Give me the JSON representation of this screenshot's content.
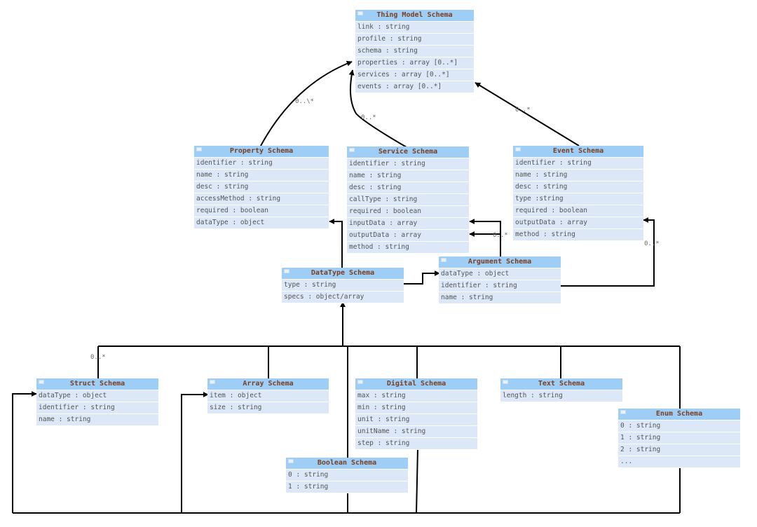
{
  "boxes": [
    {
      "id": "thing-model",
      "title": "Thing Model Schema",
      "rows": [
        "link : string",
        "profile : string",
        "schema : string",
        "properties : array [0..*]",
        "services :  array [0..*]",
        "events :  array [0..*]"
      ]
    },
    {
      "id": "property",
      "title": "Property Schema",
      "rows": [
        "identifier : string",
        "name : string",
        "desc : string",
        "accessMethod : string",
        "required : boolean",
        "dataType :  object"
      ]
    },
    {
      "id": "service",
      "title": "Service Schema",
      "rows": [
        "identifier : string",
        "name : string",
        "desc : string",
        "callType : string",
        "required : boolean",
        "inputData : array",
        "outputData : array",
        "method : string"
      ]
    },
    {
      "id": "event",
      "title": "Event Schema",
      "rows": [
        "identifier : string",
        "name : string",
        "desc : string",
        "type :string",
        "required : boolean",
        "outputData :  array",
        "method : string"
      ]
    },
    {
      "id": "argument",
      "title": "Argument Schema",
      "rows": [
        "dataType : object",
        "identifier : string",
        "name : string"
      ]
    },
    {
      "id": "datatype",
      "title": "DataType Schema",
      "rows": [
        "type : string",
        "specs : object/array"
      ]
    },
    {
      "id": "struct",
      "title": "Struct Schema",
      "rows": [
        "dataType : object",
        "identifier : string",
        "name : string"
      ]
    },
    {
      "id": "array",
      "title": "Array Schema",
      "rows": [
        "item : object",
        "size : string"
      ]
    },
    {
      "id": "digital",
      "title": "Digital Schema",
      "rows": [
        "max : string",
        "min : string",
        "unit : string",
        "unitName : string",
        "step : string"
      ]
    },
    {
      "id": "text",
      "title": "Text Schema",
      "rows": [
        "length : string"
      ]
    },
    {
      "id": "enum",
      "title": "Enum Schema",
      "rows": [
        "0 : string",
        "1 : string",
        "2 : string",
        "..."
      ]
    },
    {
      "id": "boolean",
      "title": "Boolean Schema",
      "rows": [
        "0 : string",
        "1 : string"
      ]
    }
  ],
  "multiplicity_labels": {
    "property_to_thing": "0..\\*",
    "service_to_thing": "0..*",
    "event_to_thing": "0..*",
    "argument_to_service": "0..*",
    "argument_to_event": "0..*",
    "struct_to_datatype": "0..*"
  }
}
